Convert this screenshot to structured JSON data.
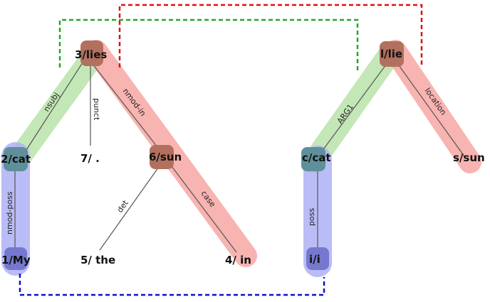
{
  "colors": {
    "green_band": "#b9e3a9",
    "red_band": "#f7a7a3",
    "blue_band": "#aeb0f5",
    "green_link": "#22aa22",
    "red_link": "#dd1111",
    "blue_link": "#1111cc",
    "edge_line": "#555555"
  },
  "left_tree": {
    "nodes": {
      "n1": "1/My",
      "n2": "2/cat",
      "n3": "3/lies",
      "n4": "4/ in",
      "n5": "5/ the",
      "n6": "6/sun",
      "n7": "7/ ."
    },
    "edges": {
      "nsubj": "nsubj",
      "punct": "punct",
      "nmod_in": "nmod-in",
      "nmod_poss": "nmod-poss",
      "det": "det",
      "case": "case"
    }
  },
  "right_tree": {
    "nodes": {
      "lie": "l/lie",
      "cat": "c/cat",
      "sun": "s/sun",
      "i": "i/i"
    },
    "edges": {
      "arg1": "ARG1",
      "location": "location",
      "poss": "poss"
    }
  }
}
